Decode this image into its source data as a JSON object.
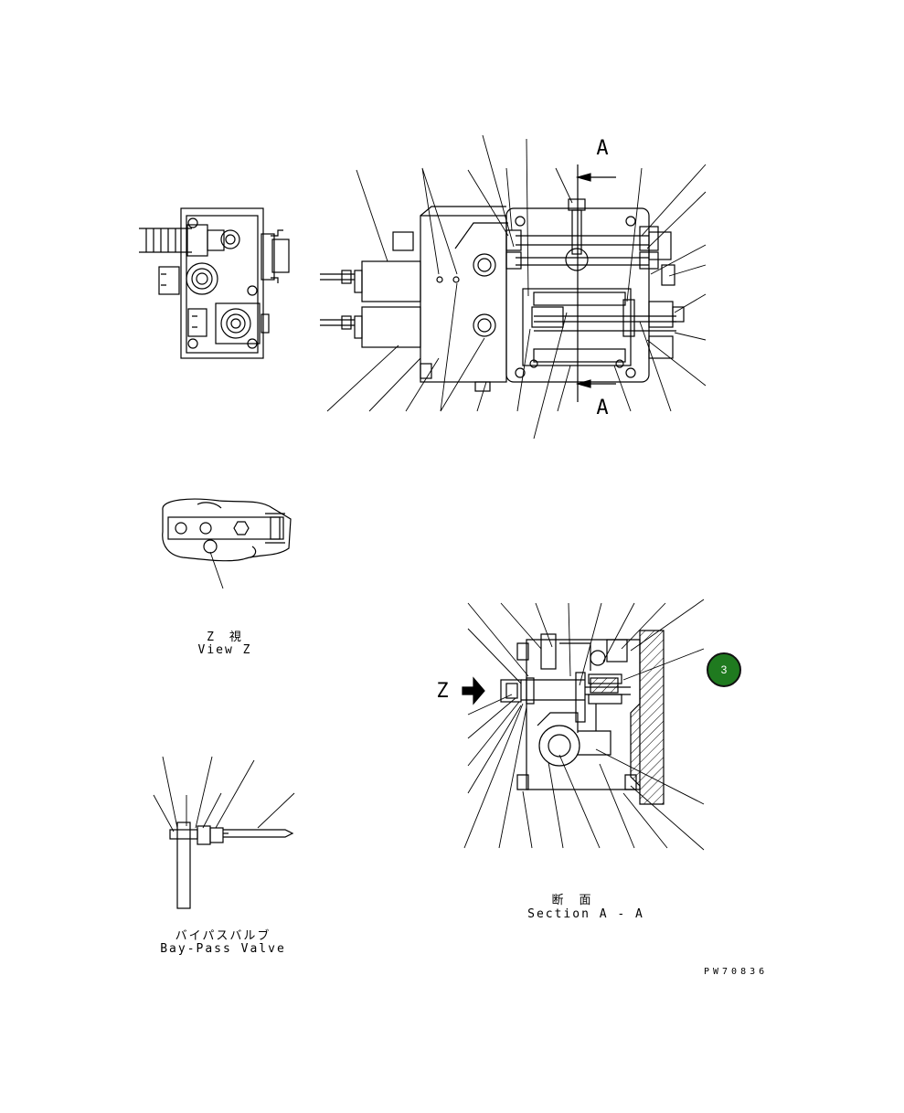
{
  "section_marks": {
    "top": "A",
    "bottom": "A"
  },
  "view_marker": "Z",
  "views": {
    "view_z": {
      "jp": "Z　視",
      "en": "View Z"
    },
    "section_aa": {
      "jp": "断　面",
      "en": "Section A - A"
    },
    "bypass_valve": {
      "jp": "バイパスバルブ",
      "en": "Bay-Pass Valve"
    }
  },
  "drawing_number": "PW70836",
  "page_badge": {
    "label": "3",
    "color": "#1f7a1f"
  }
}
